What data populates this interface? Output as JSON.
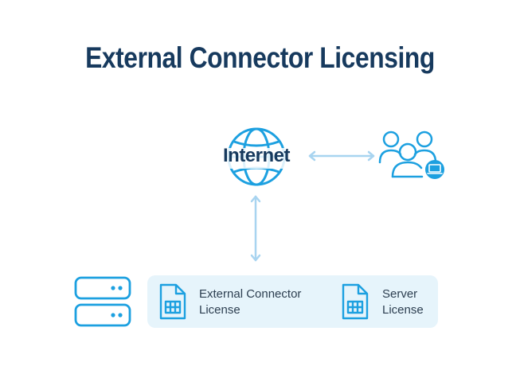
{
  "title": "External Connector Licensing",
  "internet": {
    "label": "Internet",
    "icon": "globe-icon"
  },
  "users": {
    "icon": "users-group-icon",
    "badge_icon": "laptop-icon"
  },
  "server": {
    "icon": "server-stack-icon"
  },
  "licenses": [
    {
      "line1": "External Connector",
      "line2": "License",
      "icon": "license-document-icon"
    },
    {
      "line1": "Server",
      "line2": "License",
      "icon": "license-document-icon"
    }
  ],
  "colors": {
    "accent": "#1ca0e0",
    "title": "#173a5e",
    "arrow": "#a8d4f0",
    "panel": "#e6f4fb"
  }
}
